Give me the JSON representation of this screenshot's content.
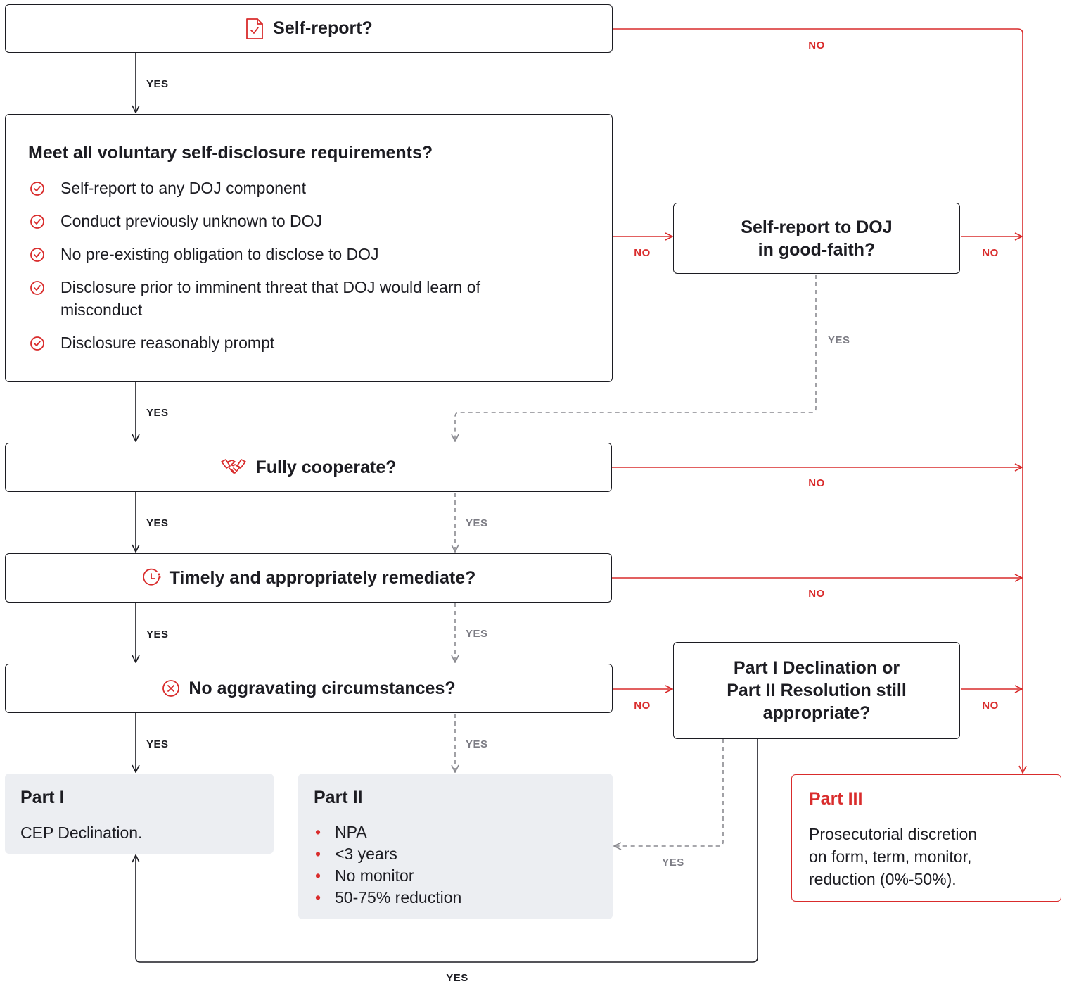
{
  "q_self_report": "Self-report?",
  "requirements": {
    "title": "Meet all voluntary self-disclosure requirements?",
    "items": [
      "Self-report to any DOJ component",
      "Conduct previously unknown to DOJ",
      "No pre-existing obligation to disclose to DOJ",
      "Disclosure prior to imminent threat that DOJ would learn of misconduct",
      "Disclosure reasonably prompt"
    ]
  },
  "q_good_faith": "Self-report to DOJ\nin good-faith?",
  "q_cooperate": "Fully cooperate?",
  "q_remediate": "Timely and appropriately remediate?",
  "q_aggravating": "No aggravating circumstances?",
  "q_still_appropriate": "Part I Declination or\nPart II Resolution still\nappropriate?",
  "part1": {
    "title": "Part I",
    "text": "CEP Declination."
  },
  "part2": {
    "title": "Part II",
    "items": [
      "NPA",
      "<3 years",
      "No monitor",
      "50-75% reduction"
    ]
  },
  "part3": {
    "title": "Part III",
    "text": "Prosecutorial discretion\non form, term, monitor,\nreduction (0%-50%)."
  },
  "labels": {
    "yes": "YES",
    "no": "NO"
  },
  "colors": {
    "accent": "#d92c2c",
    "ink": "#1c1c22",
    "dashed": "#8a8a90",
    "result_bg": "#eceef2"
  },
  "icons": {
    "self_report": "document-check-icon",
    "requirement": "circle-check-icon",
    "cooperate": "handshake-icon",
    "remediate": "clock-icon",
    "aggravating": "circle-x-icon"
  }
}
